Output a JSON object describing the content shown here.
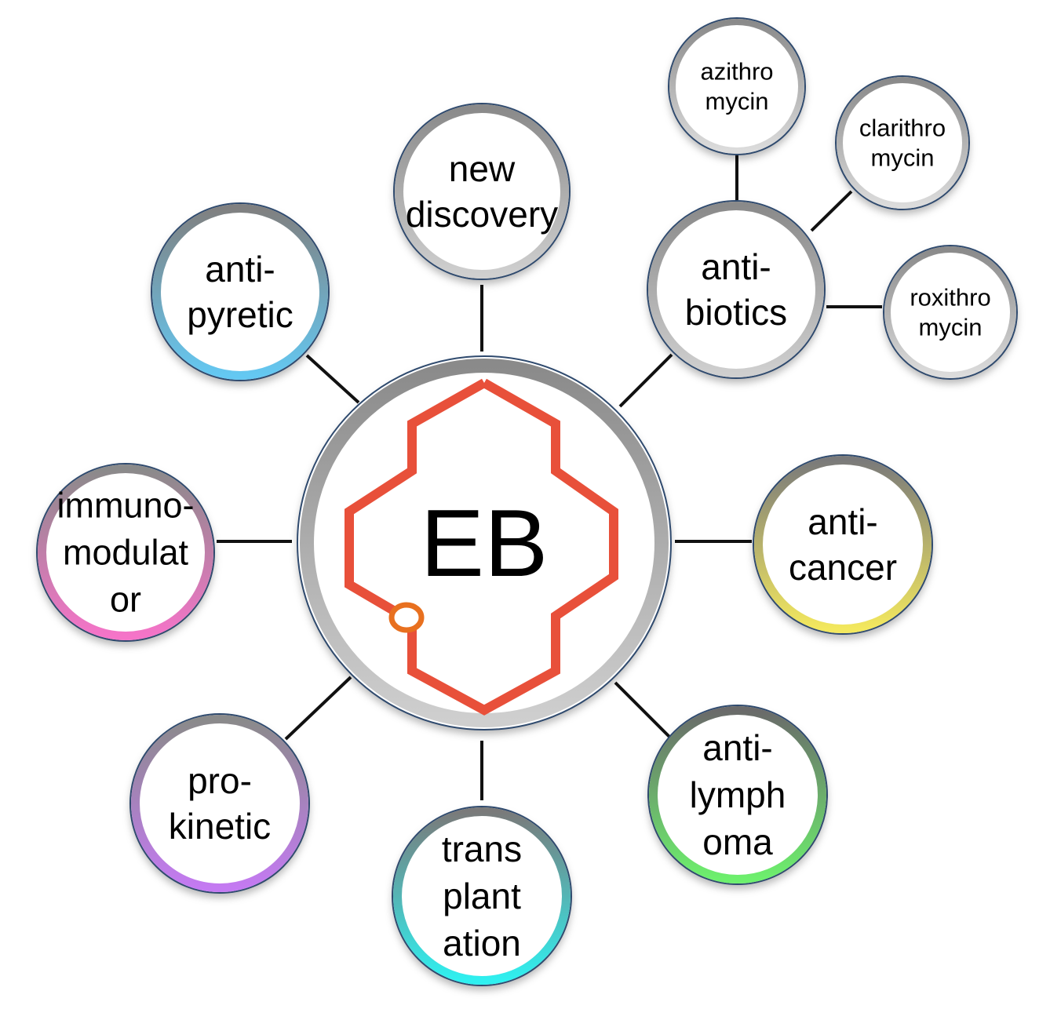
{
  "center": {
    "label": "EB"
  },
  "nodes": [
    {
      "id": "new-discovery",
      "lines": [
        "new",
        "discovery"
      ],
      "gradient": [
        "#8a8a8a",
        "#cfcfcf"
      ]
    },
    {
      "id": "anti-biotics",
      "lines": [
        "anti-",
        "biotics"
      ],
      "gradient": [
        "#8a8a8a",
        "#cfcfcf"
      ]
    },
    {
      "id": "anti-pyretic",
      "lines": [
        "anti-",
        "pyretic"
      ],
      "gradient": [
        "#808080",
        "#64c8f2"
      ]
    },
    {
      "id": "immunomodulator",
      "lines": [
        "immuno-",
        "modulat",
        "or"
      ],
      "gradient": [
        "#8a8a8a",
        "#f574c8"
      ]
    },
    {
      "id": "anti-cancer",
      "lines": [
        "anti-",
        "cancer"
      ],
      "gradient": [
        "#7a7a7a",
        "#f3e85e"
      ]
    },
    {
      "id": "pro-kinetic",
      "lines": [
        "pro-",
        "kinetic"
      ],
      "gradient": [
        "#8a8a8a",
        "#c47af2"
      ]
    },
    {
      "id": "transplantation",
      "lines": [
        "trans",
        "plant",
        "ation"
      ],
      "gradient": [
        "#7a7a7a",
        "#2ff0f0"
      ]
    },
    {
      "id": "anti-lymphoma",
      "lines": [
        "anti-",
        "lymph",
        "oma"
      ],
      "gradient": [
        "#6a6a6a",
        "#6df06d"
      ]
    },
    {
      "id": "azithromycin",
      "lines": [
        "azithro",
        "mycin"
      ],
      "gradient": [
        "#8a8a8a",
        "#dcdcdc"
      ]
    },
    {
      "id": "clarithromycin",
      "lines": [
        "clarithro",
        "mycin"
      ],
      "gradient": [
        "#8a8a8a",
        "#dcdcdc"
      ]
    },
    {
      "id": "roxithromycin",
      "lines": [
        "roxithro",
        "mycin"
      ],
      "gradient": [
        "#8a8a8a",
        "#dcdcdc"
      ]
    }
  ],
  "colors": {
    "ring_outline": "#2f4a6e",
    "connector": "#111111",
    "molecule": "#e8503a",
    "molecule_ring": "#e8701f",
    "center_ring_outer": "#8a8a8a",
    "center_ring_inner": "#cfcfcf"
  }
}
